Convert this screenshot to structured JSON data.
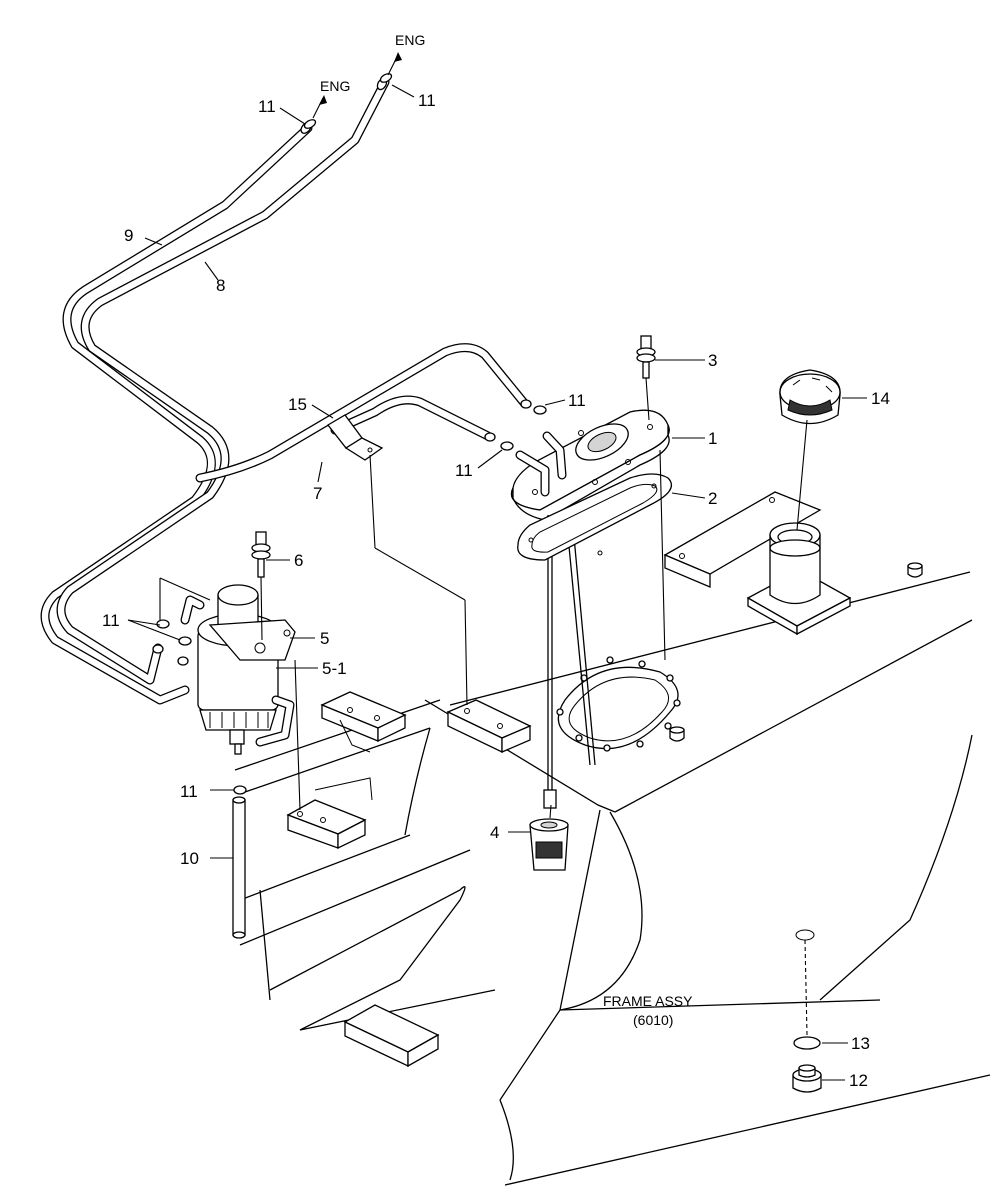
{
  "title": "",
  "annotations": {
    "eng_upper": "ENG",
    "eng_lower": "ENG",
    "frame_assy_line1": "FRAME ASSY",
    "frame_assy_line2": "(6010)"
  },
  "callouts": [
    {
      "id": "c1",
      "label": "1"
    },
    {
      "id": "c2",
      "label": "2"
    },
    {
      "id": "c3",
      "label": "3"
    },
    {
      "id": "c4",
      "label": "4"
    },
    {
      "id": "c5",
      "label": "5"
    },
    {
      "id": "c5_1",
      "label": "5-1"
    },
    {
      "id": "c6",
      "label": "6"
    },
    {
      "id": "c7",
      "label": "7"
    },
    {
      "id": "c8",
      "label": "8"
    },
    {
      "id": "c9",
      "label": "9"
    },
    {
      "id": "c10",
      "label": "10"
    },
    {
      "id": "c11a",
      "label": "11"
    },
    {
      "id": "c11b",
      "label": "11"
    },
    {
      "id": "c11c",
      "label": "11"
    },
    {
      "id": "c11d",
      "label": "11"
    },
    {
      "id": "c11e",
      "label": "11"
    },
    {
      "id": "c11f",
      "label": "11"
    },
    {
      "id": "c12",
      "label": "12"
    },
    {
      "id": "c13",
      "label": "13"
    },
    {
      "id": "c14",
      "label": "14"
    },
    {
      "id": "c15",
      "label": "15"
    }
  ]
}
